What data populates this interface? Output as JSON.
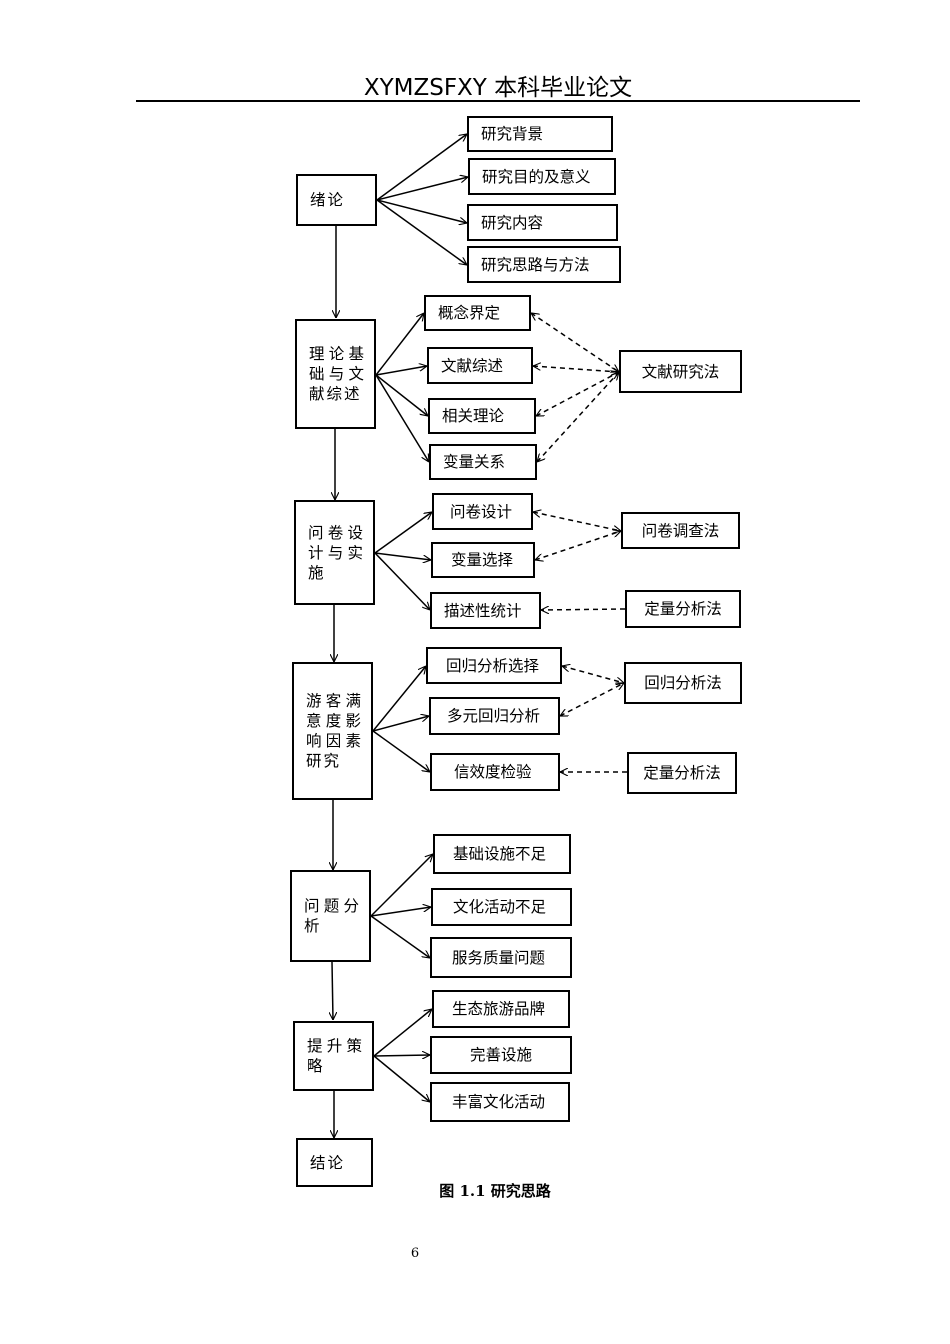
{
  "header": {
    "title": "XYMZSFXY 本科毕业论文"
  },
  "stages": [
    {
      "label": "绪论",
      "items": [
        "研究背景",
        "研究目的及意义",
        "研究内容",
        "研究思路与方法"
      ]
    },
    {
      "label": "理论基础与文献综述",
      "items": [
        "概念界定",
        "文献综述",
        "相关理论",
        "变量关系"
      ]
    },
    {
      "label": "问卷设计与实施",
      "items": [
        "问卷设计",
        "变量选择",
        "描述性统计"
      ]
    },
    {
      "label": "游客满意度影响因素研究",
      "items": [
        "回归分析选择",
        "多元回归分析",
        "信效度检验"
      ]
    },
    {
      "label": "问题分析",
      "items": [
        "基础设施不足",
        "文化活动不足",
        "服务质量问题"
      ]
    },
    {
      "label": "提升策略",
      "items": [
        "生态旅游品牌",
        "完善设施",
        "丰富文化活动"
      ]
    },
    {
      "label": "结论",
      "items": []
    }
  ],
  "methods": [
    "文献研究法",
    "问卷调查法",
    "定量分析法",
    "回归分析法",
    "定量分析法"
  ],
  "caption": "图 1.1  研究思路",
  "page_number": "6"
}
